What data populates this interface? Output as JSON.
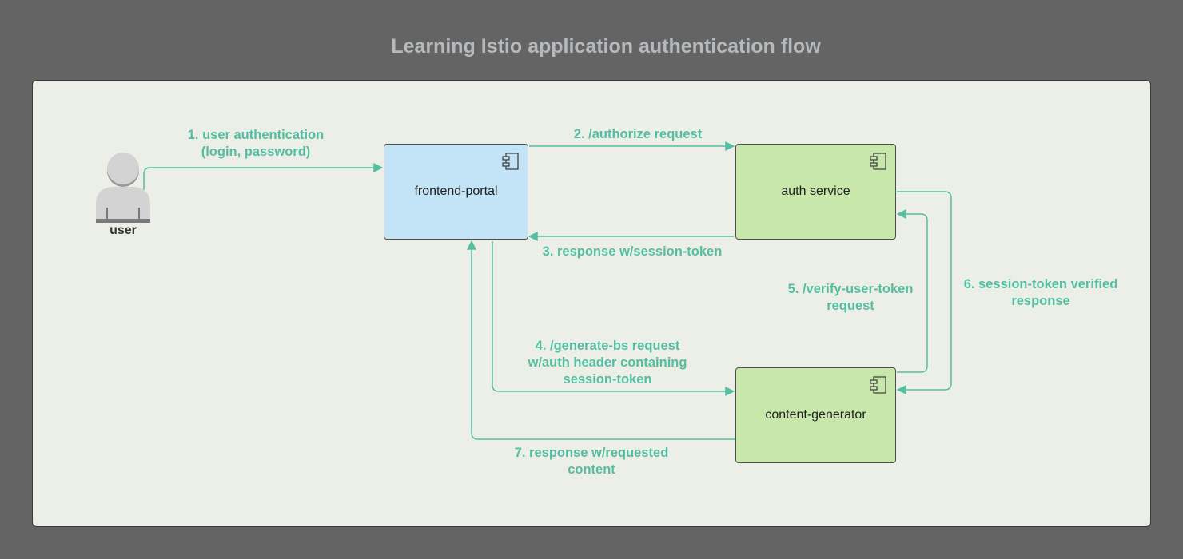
{
  "title": "Learning Istio application authentication flow",
  "actor": {
    "label": "user"
  },
  "components": {
    "frontend": "frontend-portal",
    "auth": "auth service",
    "content": "content-generator"
  },
  "edges": [
    {
      "id": "e1",
      "lines": [
        "1. user authentication",
        "(login, password)"
      ]
    },
    {
      "id": "e2",
      "lines": [
        "2. /authorize request"
      ]
    },
    {
      "id": "e3",
      "lines": [
        "3. response w/session-token"
      ]
    },
    {
      "id": "e4",
      "lines": [
        "4. /generate-bs request",
        "w/auth header containing",
        "session-token"
      ]
    },
    {
      "id": "e5",
      "lines": [
        "5. /verify-user-token",
        "request"
      ]
    },
    {
      "id": "e6",
      "lines": [
        "6. session-token verified",
        "response"
      ]
    },
    {
      "id": "e7",
      "lines": [
        "7. response w/requested",
        "content"
      ]
    }
  ],
  "colors": {
    "background": "#646464",
    "panel": "#ecefe8",
    "frontend_fill": "#c2e4f6",
    "service_fill": "#c8e8ab",
    "edge": "#55bea2"
  }
}
